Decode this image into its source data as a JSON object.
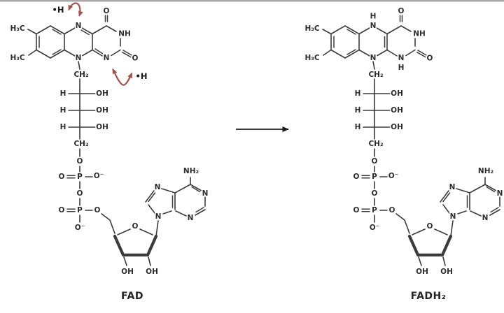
{
  "figure": {
    "left_caption": "FAD",
    "right_caption": "FADH₂",
    "radical_label": "•H"
  },
  "atoms": {
    "h3c": "H₃C",
    "n": "N",
    "nh": "NH",
    "h": "H",
    "o": "O",
    "o_minus": "O⁻",
    "p": "P",
    "ch2": "CH₂",
    "oh": "OH",
    "nh2": "NH₂"
  },
  "colors": {
    "bond": "#3b3b3b",
    "radical_arrow": "#a6504b",
    "reaction_arrow": "#1c1c1c",
    "top_edge": "#a9a9a9"
  }
}
